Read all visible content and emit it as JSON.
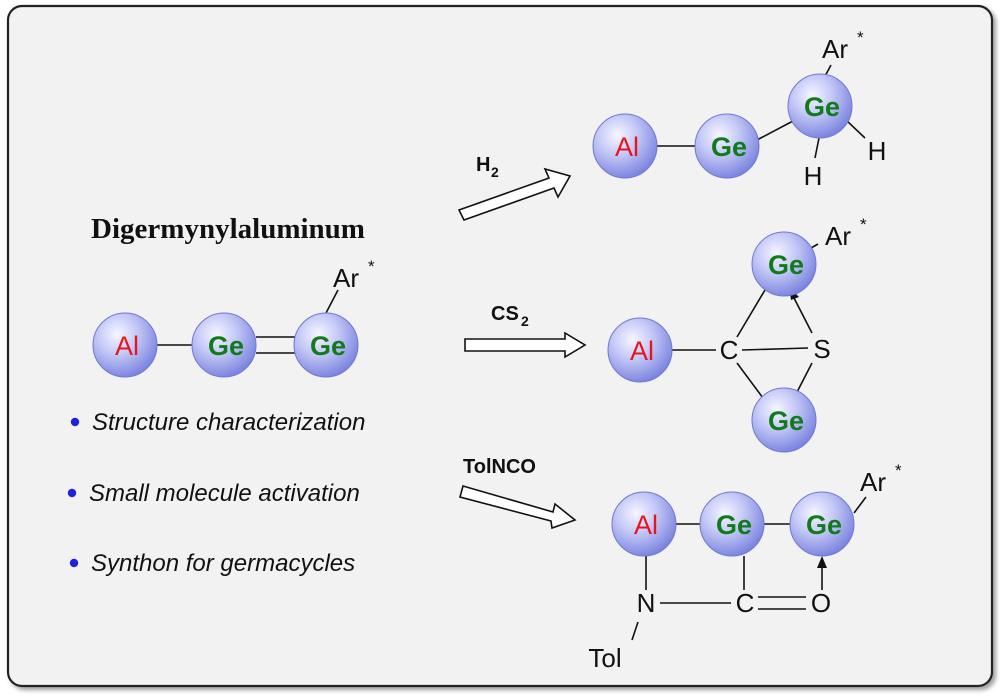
{
  "title": "Digermynylaluminum",
  "bullets": [
    "Structure characterization",
    "Small molecule activation",
    "Synthon for germacycles"
  ],
  "atoms": {
    "al": "Al",
    "ge": "Ge",
    "ar": "Ar",
    "star": "*",
    "h": "H",
    "c": "C",
    "s": "S",
    "n": "N",
    "o": "O",
    "tol": "Tol"
  },
  "reagents": {
    "h2_base": "H",
    "h2_sub": "2",
    "cs2_base": "CS",
    "cs2_sub": "2",
    "tolnco": "TolNCO"
  },
  "colors": {
    "sphere_fill": "#b3b8f4",
    "sphere_edge": "#6f78d8",
    "al_text": "#e8141c",
    "ge_text": "#117a1a",
    "bullet": "#2020e0",
    "frame": "#222222"
  }
}
